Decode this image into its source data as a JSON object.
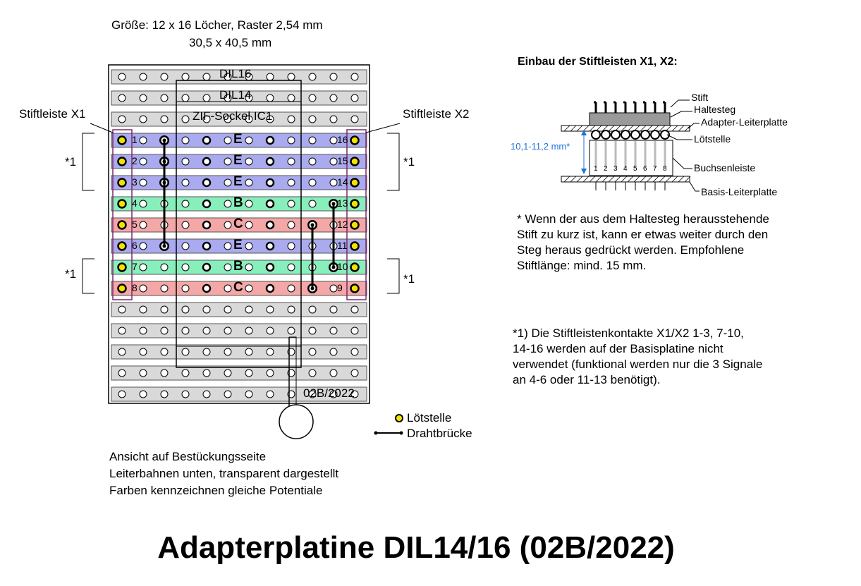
{
  "header": {
    "size_line1": "Größe: 12 x 16 Löcher, Raster 2,54 mm",
    "size_line2": "30,5 x 40,5 mm"
  },
  "board": {
    "socket_labels": [
      "DIL16",
      "DIL14",
      "ZIF-Sockel IC1"
    ],
    "version_label": "02B/2022",
    "header_x1": "Stiftleiste X1",
    "header_x2": "Stiftleiste X2",
    "footnote_marker": "*1",
    "pins_left": [
      "1",
      "2",
      "3",
      "4",
      "5",
      "6",
      "7",
      "8"
    ],
    "pins_right": [
      "16",
      "15",
      "14",
      "13",
      "12",
      "11",
      "10",
      "9"
    ],
    "row_letters": [
      "E",
      "E",
      "E",
      "B",
      "C",
      "E",
      "B",
      "C"
    ],
    "colors": {
      "E": "#aaaaee",
      "B": "#88eebb",
      "C": "#f4a7a7",
      "strip": "#d9d9d9",
      "solder": "#f2e200"
    }
  },
  "legend": {
    "solder_point": "Lötstelle",
    "wire_bridge": "Drahtbrücke"
  },
  "view_notes": [
    "Ansicht auf Bestückungsseite",
    "Leiterbahnen unten, transparent dargestellt",
    "Farben kennzeichnen gleiche Potentiale"
  ],
  "install": {
    "title": "Einbau der Stiftleisten X1, X2:",
    "labels": {
      "stift": "Stift",
      "haltesteg": "Haltesteg",
      "adapter": "Adapter-Leiterplatte",
      "loetstelle": "Lötstelle",
      "buchsenleiste": "Buchsenleiste",
      "basis": "Basis-Leiterplatte"
    },
    "dimension": "10,1-11,2 mm*",
    "socket_numbers": [
      "1",
      "2",
      "3",
      "4",
      "5",
      "6",
      "7",
      "8"
    ]
  },
  "note_pins": [
    "* Wenn der aus dem Haltesteg herausstehende",
    "Stift zu kurz ist, kann er etwas weiter durch den",
    "Steg heraus gedrückt werden. Empfohlene",
    "Stiftlänge: mind. 15 mm."
  ],
  "note_unused": [
    "*1) Die Stiftleistenkontakte X1/X2 1-3, 7-10,",
    "14-16 werden auf der Basisplatine nicht",
    "verwendet (funktional werden nur die 3 Signale",
    "an 4-6 oder 11-13 benötigt)."
  ],
  "footer": {
    "title": "Adapterplatine DIL14/16 (02B/2022)"
  }
}
